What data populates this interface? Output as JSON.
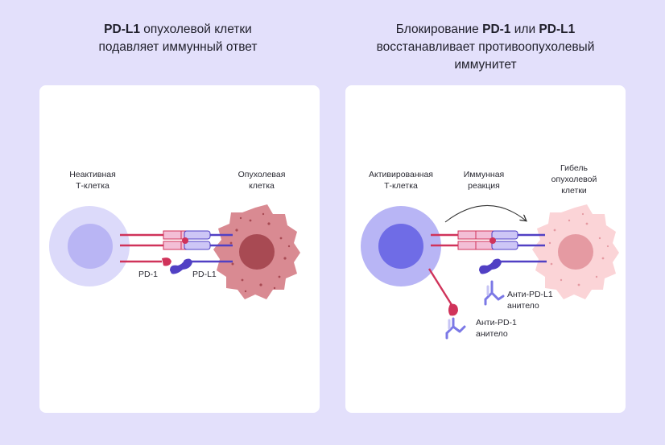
{
  "left_panel": {
    "heading_bold": "PD-L1",
    "heading_rest": " опухолевой клетки",
    "heading_line2": "подавляет иммунный ответ",
    "tcell_label_1": "Неактивная",
    "tcell_label_2": "Т-клетка",
    "tumor_label_1": "Опухолевая",
    "tumor_label_2": "клетка",
    "pd1_label": "PD-1",
    "pdl1_label": "PD-L1"
  },
  "right_panel": {
    "heading_a": "Блокирование ",
    "heading_b": "PD-1",
    "heading_c": " или ",
    "heading_d": "PD-L1",
    "heading_line2": "восстанавливает противоопухолевый",
    "heading_line3": "иммунитет",
    "tcell_label_1": "Активированная",
    "tcell_label_2": "Т-клетка",
    "reaction_label_1": "Иммунная",
    "reaction_label_2": "реакция",
    "death_label_1": "Гибель",
    "death_label_2": "опухолевой",
    "death_label_3": "клетки",
    "anti_pdl1_1": "Анти-PD-L1",
    "anti_pdl1_2": "анитело",
    "anti_pd1_1": "Анти-PD-1",
    "anti_pd1_2": "анитело"
  },
  "colors": {
    "background": "#e3e0fb",
    "tcell_inactive": "#bdbaf5",
    "tcell_active": "#6f6ce6",
    "tumor": "#d98a92",
    "tumor_dying": "#f9c8cc",
    "pd1": "#d0335a",
    "pdl1": "#5140c4"
  }
}
